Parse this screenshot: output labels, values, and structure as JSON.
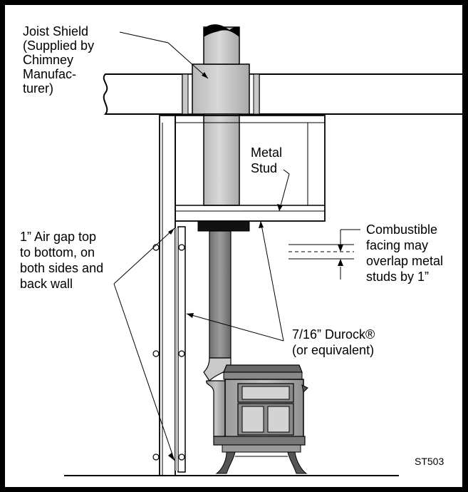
{
  "labels": {
    "joist_shield": [
      "Joist Shield",
      "(Supplied by",
      "Chimney",
      "Manufac-",
      "turer)"
    ],
    "metal_stud": [
      "Metal",
      "Stud"
    ],
    "air_gap": [
      "1” Air gap top",
      "to bottom, on",
      "both sides and",
      "back wall"
    ],
    "combustible": [
      "Combustible",
      "facing may",
      "overlap metal",
      "studs by 1”"
    ],
    "durock": [
      "7/16” Durock®",
      "(or equivalent)"
    ],
    "figure_code": "ST503"
  }
}
